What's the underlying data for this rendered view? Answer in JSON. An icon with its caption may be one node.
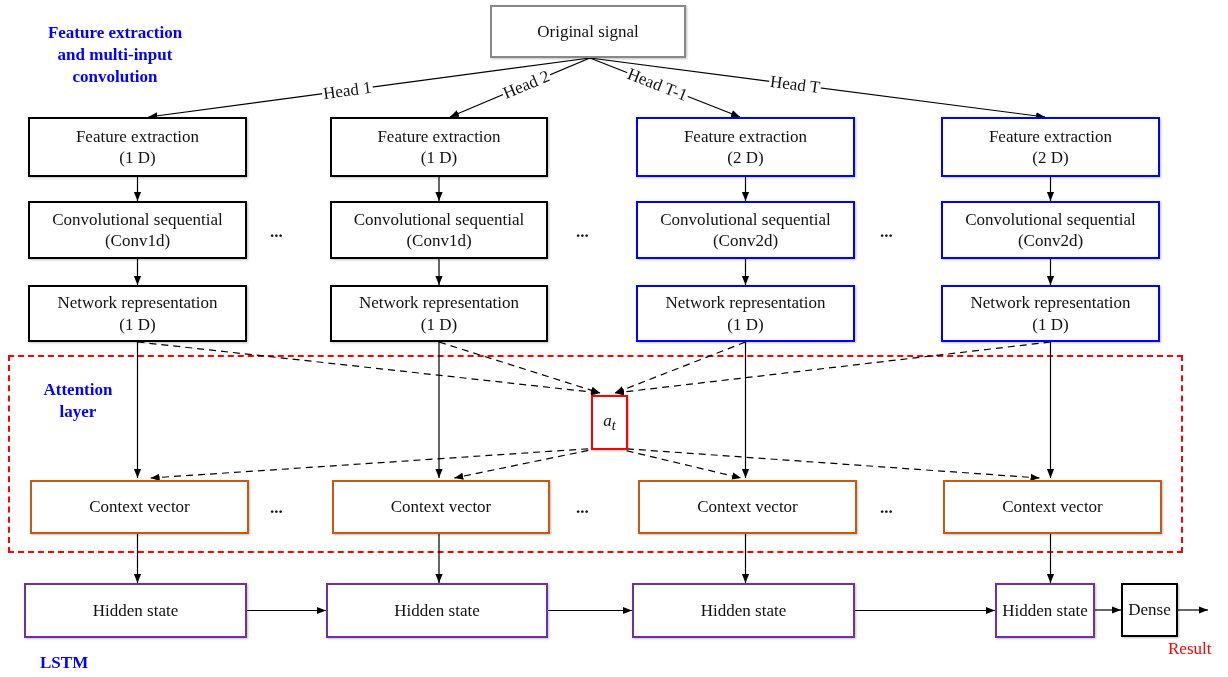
{
  "diagram": {
    "nodes": [
      {
        "text": [
          "Original signal"
        ]
      },
      {
        "text": [
          "Feature extraction",
          "(1 D)"
        ]
      },
      {
        "text": [
          "Feature extraction",
          "(1 D)"
        ]
      },
      {
        "text": [
          "Feature extraction",
          "(2 D)"
        ]
      },
      {
        "text": [
          "Feature extraction",
          "(2 D)"
        ]
      },
      {
        "text": [
          "Convolutional sequential",
          "(Conv1d)"
        ]
      },
      {
        "text": [
          "Convolutional sequential",
          "(Conv1d)"
        ]
      },
      {
        "text": [
          "Convolutional sequential",
          "(Conv2d)"
        ]
      },
      {
        "text": [
          "Convolutional sequential",
          "(Conv2d)"
        ]
      },
      {
        "text": [
          "Network representation",
          "(1 D)"
        ]
      },
      {
        "text": [
          "Network representation",
          "(1 D)"
        ]
      },
      {
        "text": [
          "Network representation",
          "(1 D)"
        ]
      },
      {
        "text": [
          "Network representation",
          "(1 D)"
        ]
      },
      {
        "text": [
          "Attention layer"
        ]
      },
      {
        "text": [
          "a$_{t}$"
        ],
        "in": 13
      },
      {
        "text": [
          "Context vector"
        ],
        "in": 13
      },
      {
        "text": [
          "Context vector"
        ],
        "in": 13
      },
      {
        "text": [
          "Context vector"
        ],
        "in": 13
      },
      {
        "text": [
          "Context vector"
        ],
        "in": 13
      },
      {
        "text": [
          "Hidden state"
        ]
      },
      {
        "text": [
          "Hidden state"
        ]
      },
      {
        "text": [
          "Hidden state"
        ]
      },
      {
        "text": [
          "Hidden state"
        ]
      },
      {
        "text": [
          "Dense"
        ]
      }
    ],
    "edges": [
      {
        "from": 0,
        "to": 1,
        "arrow": "to",
        "label": "Head 1"
      },
      {
        "from": 0,
        "to": 2,
        "arrow": "to",
        "label": "Head 2"
      },
      {
        "from": 0,
        "to": 3,
        "arrow": "to",
        "label": "Head T-1"
      },
      {
        "from": 0,
        "to": 4,
        "arrow": "to",
        "label": "Head T"
      },
      {
        "from": 1,
        "to": 5,
        "arrow": "to"
      },
      {
        "from": 2,
        "to": 6,
        "arrow": "to"
      },
      {
        "from": 3,
        "to": 7,
        "arrow": "to"
      },
      {
        "from": 4,
        "to": 8,
        "arrow": "to"
      },
      {
        "from": 5,
        "to": 9,
        "arrow": "to"
      },
      {
        "from": 6,
        "to": 10,
        "arrow": "to"
      },
      {
        "from": 7,
        "to": 11,
        "arrow": "to"
      },
      {
        "from": 8,
        "to": 12,
        "arrow": "to"
      },
      {
        "from": 9,
        "to": 14,
        "arrow": "to",
        "style": "dashed"
      },
      {
        "from": 10,
        "to": 14,
        "arrow": "to",
        "style": "dashed"
      },
      {
        "from": 11,
        "to": 14,
        "arrow": "to",
        "style": "dashed"
      },
      {
        "from": 12,
        "to": 14,
        "arrow": "to",
        "style": "dashed"
      },
      {
        "from": 9,
        "to": 15,
        "arrow": "to"
      },
      {
        "from": 10,
        "to": 16,
        "arrow": "to"
      },
      {
        "from": 11,
        "to": 17,
        "arrow": "to"
      },
      {
        "from": 12,
        "to": 18,
        "arrow": "to"
      },
      {
        "from": 14,
        "to": 15,
        "arrow": "to",
        "style": "dashed"
      },
      {
        "from": 14,
        "to": 16,
        "arrow": "to",
        "style": "dashed"
      },
      {
        "from": 14,
        "to": 17,
        "arrow": "to",
        "style": "dashed"
      },
      {
        "from": 14,
        "to": 18,
        "arrow": "to",
        "style": "dashed"
      },
      {
        "from": 15,
        "to": 19,
        "arrow": "to"
      },
      {
        "from": 16,
        "to": 20,
        "arrow": "to"
      },
      {
        "from": 17,
        "to": 21,
        "arrow": "to"
      },
      {
        "from": 18,
        "to": 22,
        "arrow": "to"
      },
      {
        "from": 19,
        "to": 20,
        "arrow": "to"
      },
      {
        "from": 20,
        "to": 21,
        "arrow": "to"
      },
      {
        "from": 21,
        "to": 22,
        "arrow": "to"
      },
      {
        "from": 22,
        "to": 23,
        "arrow": "to"
      },
      {
        "from": 23,
        "to": null,
        "arrow": "to",
        "label": "Result"
      }
    ],
    "labels": [
      "Feature extraction and multi-input convolution",
      "...",
      "...",
      "...",
      "...",
      "...",
      "...",
      "LSTM"
    ]
  }
}
